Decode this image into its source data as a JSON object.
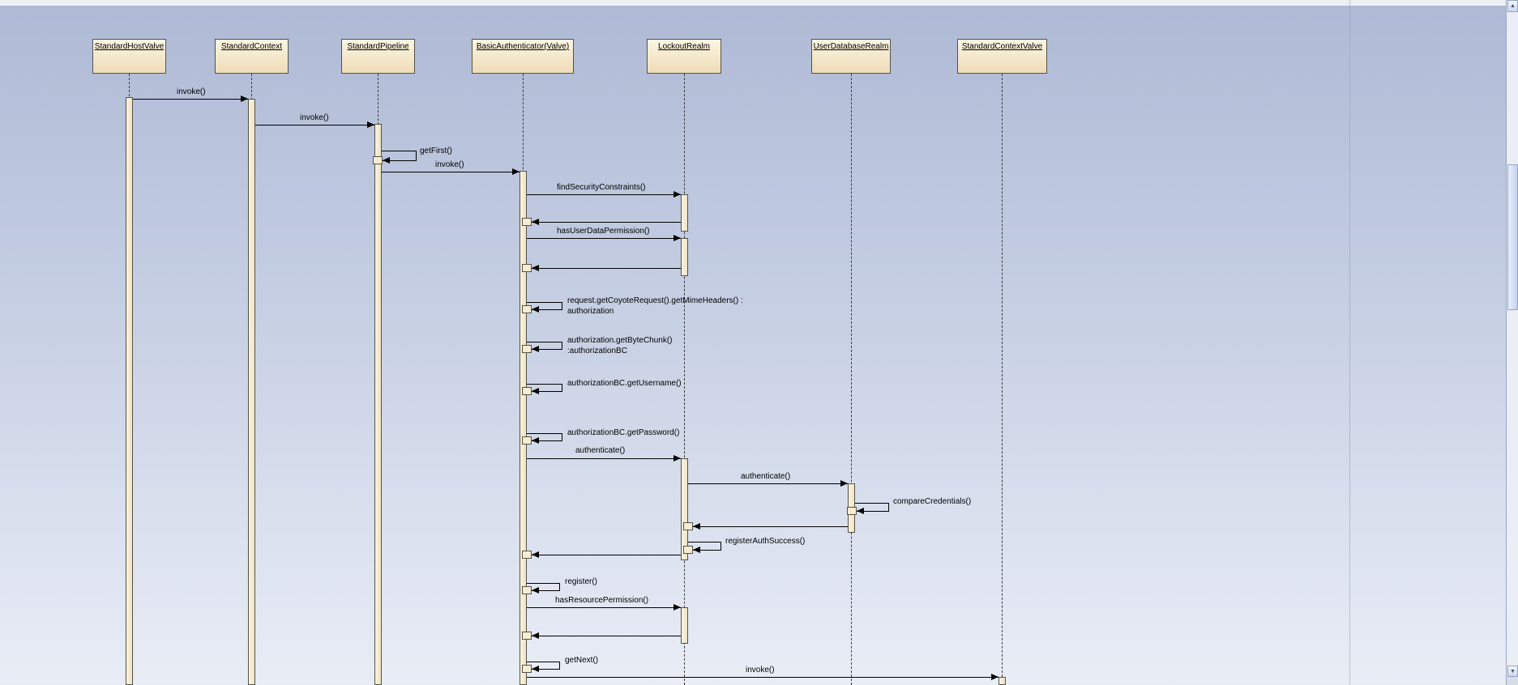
{
  "diagram": {
    "participants": [
      {
        "name": "StandardHostValve"
      },
      {
        "name": "StandardContext"
      },
      {
        "name": "StandardPipeline"
      },
      {
        "name": "BasicAuthenticator(Valve)"
      },
      {
        "name": "LockoutRealm"
      },
      {
        "name": "UserDatabaseRealm"
      },
      {
        "name": "StandardContextValve"
      }
    ],
    "messages": [
      {
        "label": "invoke()"
      },
      {
        "label": "invoke()"
      },
      {
        "label": "getFirst()"
      },
      {
        "label": "invoke()"
      },
      {
        "label": "findSecurityConstraints()"
      },
      {
        "label": "hasUserDataPermission()"
      },
      {
        "label": "request.getCoyoteRequest().getMimeHeaders() :",
        "label2": "authorization"
      },
      {
        "label": "authorization.getByteChunk()",
        "label2": ":authorizationBC"
      },
      {
        "label": "authorizationBC.getUsername()"
      },
      {
        "label": "authorizationBC.getPassword()"
      },
      {
        "label": "authenticate()"
      },
      {
        "label": "authenticate()"
      },
      {
        "label": "compareCredentials()"
      },
      {
        "label": "registerAuthSuccess()"
      },
      {
        "label": "register()"
      },
      {
        "label": "hasResourcePermission()"
      },
      {
        "label": "getNext()"
      },
      {
        "label": "invoke()"
      }
    ],
    "colors": {
      "participant_fill": "#f7eed8",
      "participant_border": "#55544a",
      "background_top": "#aeb9d5",
      "background_bottom": "#e9edf6"
    }
  },
  "scrollbar": {
    "up_glyph": "▲",
    "down_glyph": "▼"
  }
}
